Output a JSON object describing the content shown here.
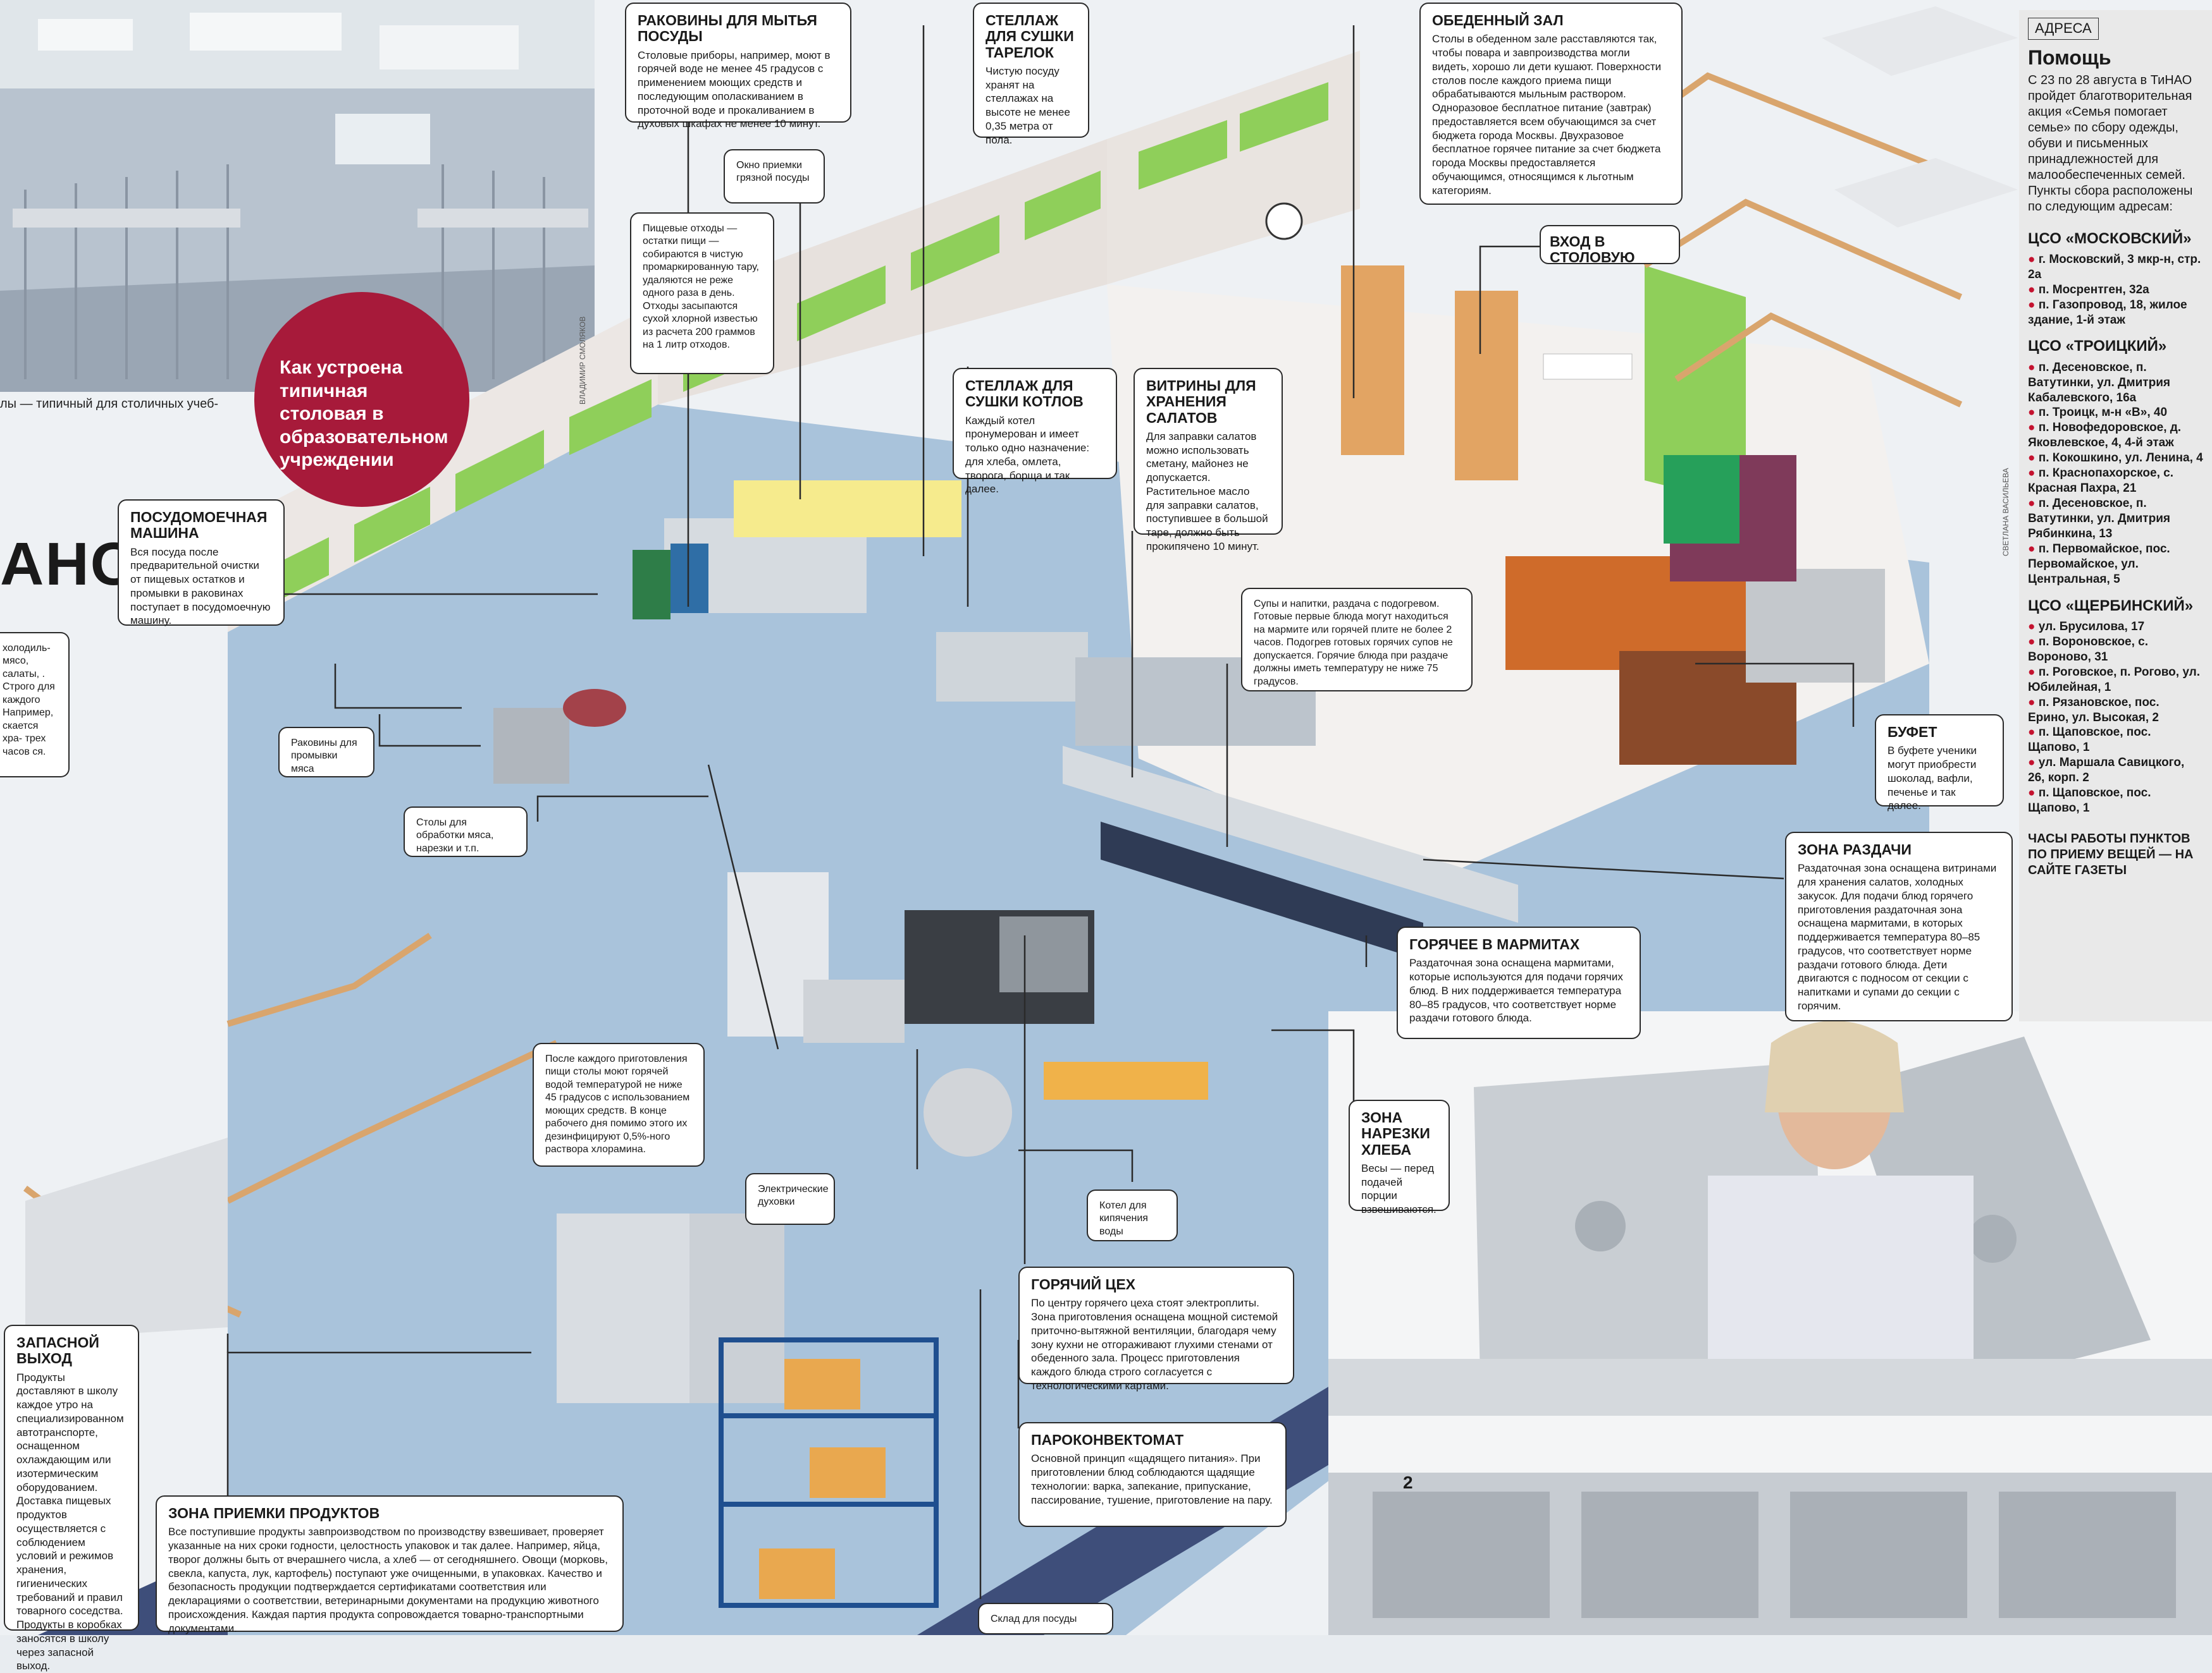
{
  "badge": {
    "text": "Как устроена типичная столовая в образовательном учреждении"
  },
  "photo_caption": "лы — типичный для столичных учеб-",
  "photo_credit": "ВЛАДИМИР СМОЛЯКОВ",
  "artist_credit": "СВЕТЛАНА ВАСИЛЬЕВА",
  "headline_fragment": "АНО",
  "page_number": "2",
  "callouts": [
    {
      "title": "РАКОВИНЫ ДЛЯ МЫТЬЯ ПОСУДЫ",
      "body": "Столовые приборы, например, моют в горячей воде не менее 45 градусов с применением моющих средств и последующим ополаскиванием в проточной воде и прокаливанием в духовых шкафах не менее 10 минут."
    },
    {
      "title": "СТЕЛЛАЖ ДЛЯ СУШКИ ТАРЕЛОК",
      "body": "Чистую посуду хранят на стеллажах на высоте не менее 0,35 метра от пола."
    },
    {
      "title": "ОБЕДЕННЫЙ ЗАЛ",
      "body": "Столы в обеденном зале расставляются так, чтобы повара и завпроизводства могли видеть, хорошо ли дети кушают. Поверхности столов после каждого приема пищи обрабатываются мыльным раствором. Одноразовое бесплатное питание (завтрак) предоставляется всем обучающимся за счет бюджета города Москвы. Двухразовое бесплатное горячее питание за счет бюджета города Москвы предоставляется обучающимся, относящимся к льготным категориям."
    },
    {
      "title": "",
      "body": "Окно приемки грязной посуды"
    },
    {
      "title": "",
      "body": "Пищевые отходы — остатки пищи — собираются в чистую промаркированную тару, удаляются не реже одного раза в день. Отходы засыпаются сухой хлорной известью из расчета 200 граммов на 1 литр отходов."
    },
    {
      "title": "ВХОД В СТОЛОВУЮ",
      "body": ""
    },
    {
      "title": "СТЕЛЛАЖ ДЛЯ СУШКИ КОТЛОВ",
      "body": "Каждый котел пронумерован и имеет только одно назначение: для хлеба, омлета, творога, борща и так далее."
    },
    {
      "title": "ВИТРИНЫ ДЛЯ ХРАНЕНИЯ САЛАТОВ",
      "body": "Для заправки салатов можно использовать сметану, майонез не допускается. Растительное масло для заправки салатов, поступившее в большой таре, должно быть прокипячено 10 минут."
    },
    {
      "title": "ПОСУДОМОЕЧНАЯ МАШИНА",
      "body": "Вся посуда после предварительной очистки от пищевых остатков и промывки в раковинах поступает в посудомоечную машину."
    },
    {
      "title": "",
      "body": "Супы и напитки, раздача с подогревом. Готовые первые блюда могут находиться на мармите или горячей плите не более 2 часов. Подогрев готовых горячих супов не допускается. Горячие блюда при раздаче должны иметь температуру не ниже 75 градусов."
    },
    {
      "title": "",
      "body": "холодиль- мясо, салаты, . Строго для каждого Например, скается хра- трех часов ся."
    },
    {
      "title": "",
      "body": "Раковины для промывки мяса"
    },
    {
      "title": "БУФЕТ",
      "body": "В буфете ученики могут приобрести шоколад, вафли, печенье и так далее."
    },
    {
      "title": "",
      "body": "Столы для обработки мяса, нарезки и т.п."
    },
    {
      "title": "ЗОНА РАЗДАЧИ",
      "body": "Раздаточная зона оснащена витринами для хранения салатов, холодных закусок. Для подачи блюд горячего приготовления раздаточная зона оснащена мармитами, в которых поддерживается температура 80–85 градусов, что соответствует норме раздачи готового блюда. Дети двигаются с подносом от секции с напитками и супами до секции с горячим."
    },
    {
      "title": "ГОРЯЧЕЕ В МАРМИТАХ",
      "body": "Раздаточная зона оснащена мармитами, которые используются для подачи горячих блюд. В них поддерживается температура 80–85 градусов, что соответствует норме раздачи готового блюда."
    },
    {
      "title": "",
      "body": "После каждого приготовления пищи столы моют горячей водой температурой не ниже 45 градусов с использованием моющих средств. В конце рабочего дня помимо этого их дезинфицируют 0,5%-ного раствора хлорамина."
    },
    {
      "title": "ЗОНА НАРЕЗКИ ХЛЕБА",
      "body": "Весы — перед подачей порции взвешиваются."
    },
    {
      "title": "",
      "body": "Электрические духовки"
    },
    {
      "title": "",
      "body": "Котел для кипячения воды"
    },
    {
      "title": "ГОРЯЧИЙ ЦЕХ",
      "body": "По центру горячего цеха стоят электроплиты. Зона приготовления оснащена мощной системой приточно-вытяжной вентиляции, благодаря чему зону кухни не отгораживают глухими стенами от обеденного зала. Процесс приготовления каждого блюда строго согласуется с технологическими картами."
    },
    {
      "title": "ЗАПАСНОЙ ВЫХОД",
      "body": "Продукты доставляют в школу каждое утро на специализированном автотранспорте, оснащенном охлаждающим или изотермическим оборудованием. Доставка пищевых продуктов осуществляется с соблюдением условий и режимов хранения, гигиенических требований и правил товарного соседства. Продукты в коробках заносятся в школу через запасной выход."
    },
    {
      "title": "ПАРОКОНВЕКТОМАТ",
      "body": "Основной принцип «щадящего питания». При приготовлении блюд соблюдаются щадящие технологии: варка, запекание, припускание, пассирование, тушение, приготовление на пару."
    },
    {
      "title": "ЗОНА ПРИЕМКИ ПРОДУКТОВ",
      "body": "Все поступившие продукты завпроизводством по производству взвешивает, проверяет указанные на них сроки годности, целостность упаковок и так далее. Например, яйца, творог должны быть от вчерашнего числа, а хлеб — от сегодняшнего. Овощи (морковь, свекла, капуста, лук, картофель) поступают уже очищенными, в упаковках. Качество и безопасность продукции подтверждается сертификатами соответствия или декларациями о соответствии, ветеринарными документами на продукцию животного происхождения. Каждая партия продукта сопровождается товарно-транспортными документами."
    },
    {
      "title": "",
      "body": "Склад для посуды"
    }
  ],
  "sidebar": {
    "tag": "АДРЕСА",
    "title": "Помощь",
    "intro": "С 23 по 28 августа в ТиНАО пройдет благотворительная акция «Семья помогает семье» по сбору одежды, обуви и письменных принадлежностей для малообеспеченных семей. Пункты сбора расположены по следующим адресам:",
    "groups": [
      {
        "name": "ЦСО «МОСКОВСКИЙ»",
        "addresses": [
          "г. Московский, 3 мкр-н, стр. 2а",
          "п. Мосрентген, 32а",
          "п. Газопровод, 18, жилое здание, 1-й этаж"
        ]
      },
      {
        "name": "ЦСО «ТРОИЦКИЙ»",
        "addresses": [
          "п. Десеновское, п. Ватутинки, ул. Дмитрия Кабалевского, 16а",
          "п. Троицк, м-н «В», 40",
          "п. Новофедоровское, д. Яковлевское, 4, 4-й этаж",
          "п. Кокошкино, ул. Ленина, 4",
          "п. Краснопахорское, с. Красная Пахра, 21",
          "п. Десеновское, п. Ватутинки, ул. Дмитрия Рябинкина, 13",
          "п. Первомайское, пос. Первомайское, ул. Центральная, 5"
        ]
      },
      {
        "name": "ЦСО «ЩЕРБИНСКИЙ»",
        "addresses": [
          "ул. Брусилова, 17",
          "п. Вороновское, с. Вороново, 31",
          "п. Роговское, п. Рогово, ул. Юбилейная, 1",
          "п. Рязановское, пос. Ерино, ул. Высокая, 2",
          "п. Щаповское, пос. Щапово, 1",
          "ул. Маршала Савицкого, 26, корп. 2",
          "п. Щаповское, пос. Щапово, 1"
        ]
      }
    ],
    "hours": "ЧАСЫ РАБОТЫ ПУНКТОВ ПО ПРИЕМУ ВЕЩЕЙ — НА САЙТЕ ГАЗЕТЫ"
  },
  "colors": {
    "accent": "#a71a3a",
    "floor": "#a9c3db",
    "wall": "#ece7e4",
    "green": "#8fcf5a",
    "rail": "#d9a56d"
  }
}
